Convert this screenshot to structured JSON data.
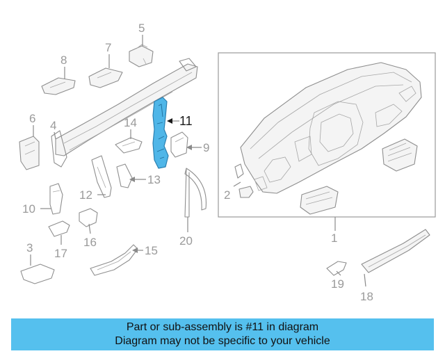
{
  "callouts": {
    "c1": "1",
    "c2": "2",
    "c3": "3",
    "c4": "4",
    "c5": "5",
    "c6": "6",
    "c7": "7",
    "c8": "8",
    "c9": "9",
    "c10": "10",
    "c11": "11",
    "c12": "12",
    "c13": "13",
    "c14": "14",
    "c15": "15",
    "c16": "16",
    "c17": "17",
    "c18": "18",
    "c19": "19",
    "c20": "20"
  },
  "highlighted_part": "11",
  "banner": {
    "line1": "Part or sub-assembly is #11 in diagram",
    "line2": "Diagram may not be specific to your vehicle"
  },
  "colors": {
    "highlight": "#4fb6e8",
    "banner": "#55c0ee",
    "line_art": "#8e8e8e"
  }
}
